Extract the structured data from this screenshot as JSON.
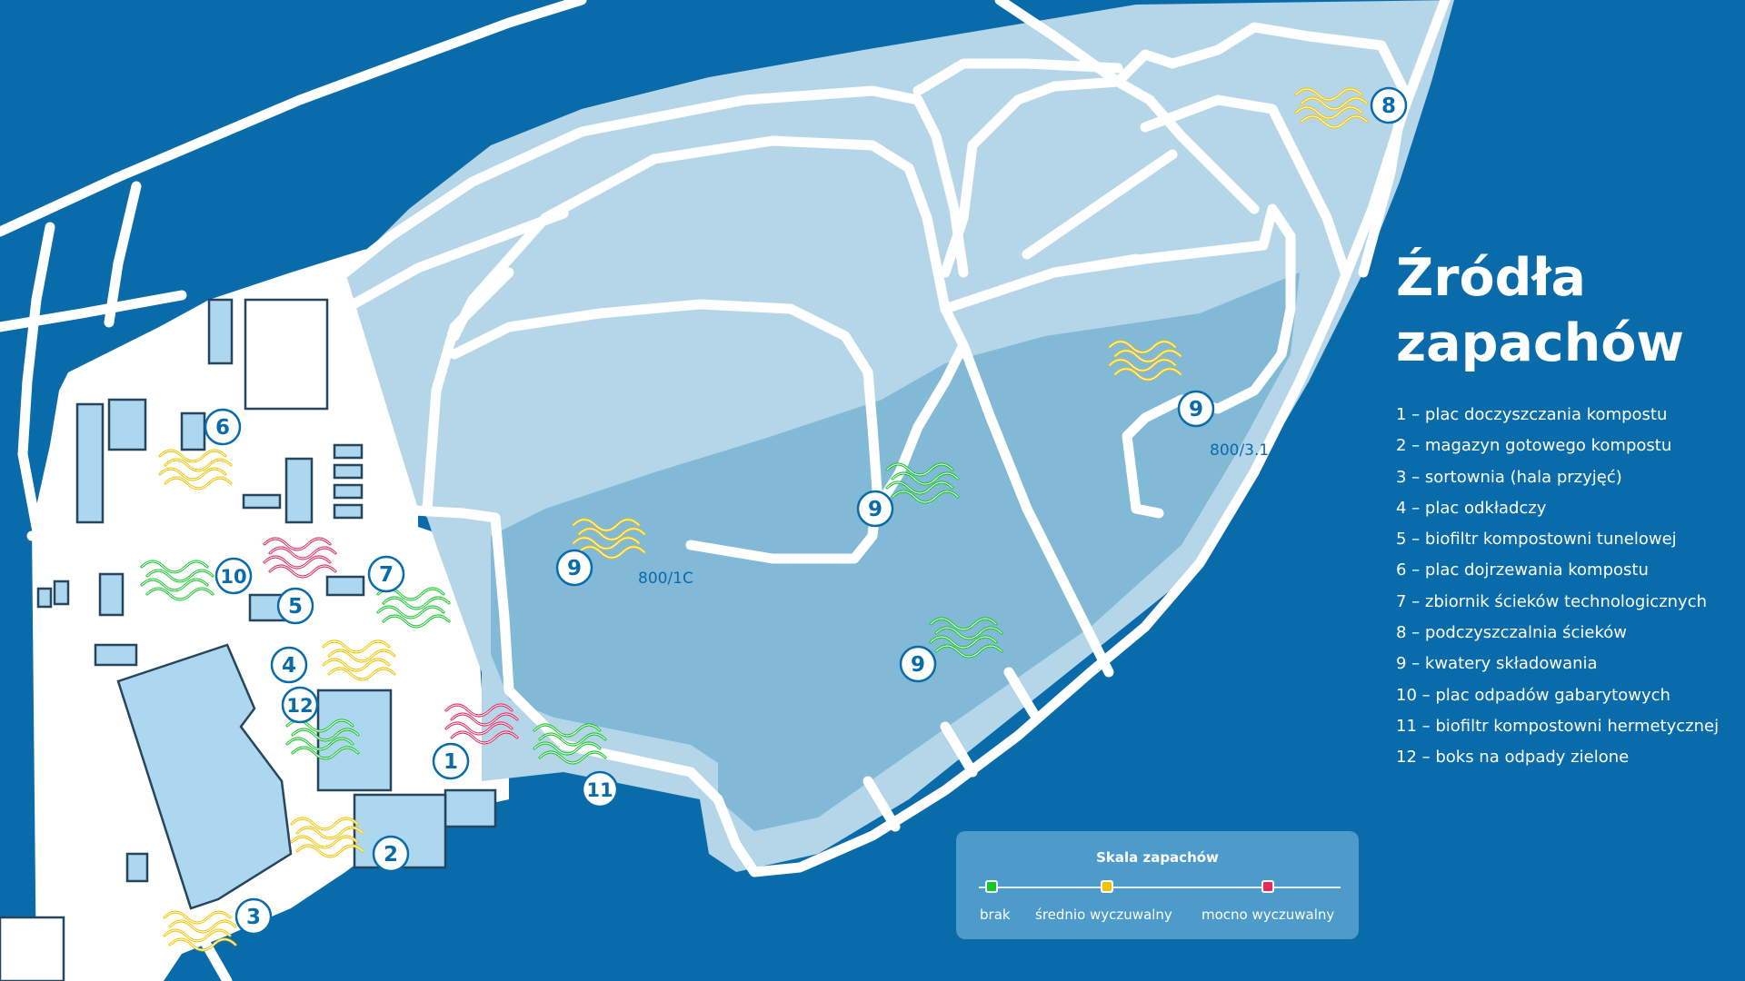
{
  "title_line1": "Źródła",
  "title_line2": "zapachów",
  "colors": {
    "water": "#0a6bab",
    "land_light": "#b5d6e8",
    "land_mid": "#81b9d7",
    "road": "#ffffff",
    "building_fill": "#add6ef",
    "marker_text": "#0a6bab",
    "scale_box": "#4d9bcb",
    "brak": "#17c72a",
    "srednio": "#f2c400",
    "mocno": "#e8285e"
  },
  "legend": [
    "1 – plac doczyszczania kompostu",
    "2 – magazyn gotowego kompostu",
    "3 – sortownia (hala przyjęć)",
    "4 – plac odkładczy",
    "5 – biofiltr kompostowni tunelowej",
    "6 – plac dojrzewania kompostu",
    "7 – zbiornik ścieków technologicznych",
    "8 – podczyszczalnia ścieków",
    "9 – kwatery składowania",
    "10 – plac odpadów gabarytowych",
    "11 – biofiltr kompostowni hermetycznej",
    "12 – boks na odpady zielone"
  ],
  "scale": {
    "title": "Skala zapachów",
    "levels": [
      {
        "label": "brak",
        "color": "#17c72a"
      },
      {
        "label": "średnio wyczuwalny",
        "color": "#f2c400"
      },
      {
        "label": "mocno wyczuwalny",
        "color": "#e8285e"
      }
    ]
  },
  "markers": [
    {
      "num": "1",
      "level": "mocno"
    },
    {
      "num": "2",
      "level": "srednio"
    },
    {
      "num": "3",
      "level": "srednio"
    },
    {
      "num": "4",
      "level": "srednio"
    },
    {
      "num": "5",
      "level": "mocno"
    },
    {
      "num": "6",
      "level": "srednio"
    },
    {
      "num": "7",
      "level": "brak"
    },
    {
      "num": "8",
      "level": "srednio"
    },
    {
      "num": "9",
      "level": "srednio"
    },
    {
      "num": "9",
      "level": "brak"
    },
    {
      "num": "9",
      "level": "srednio"
    },
    {
      "num": "9",
      "level": "brak"
    },
    {
      "num": "10",
      "level": "brak"
    },
    {
      "num": "11",
      "level": "brak"
    },
    {
      "num": "12",
      "level": "brak"
    }
  ],
  "cell_labels": [
    "800/1C",
    "800/3.1"
  ]
}
